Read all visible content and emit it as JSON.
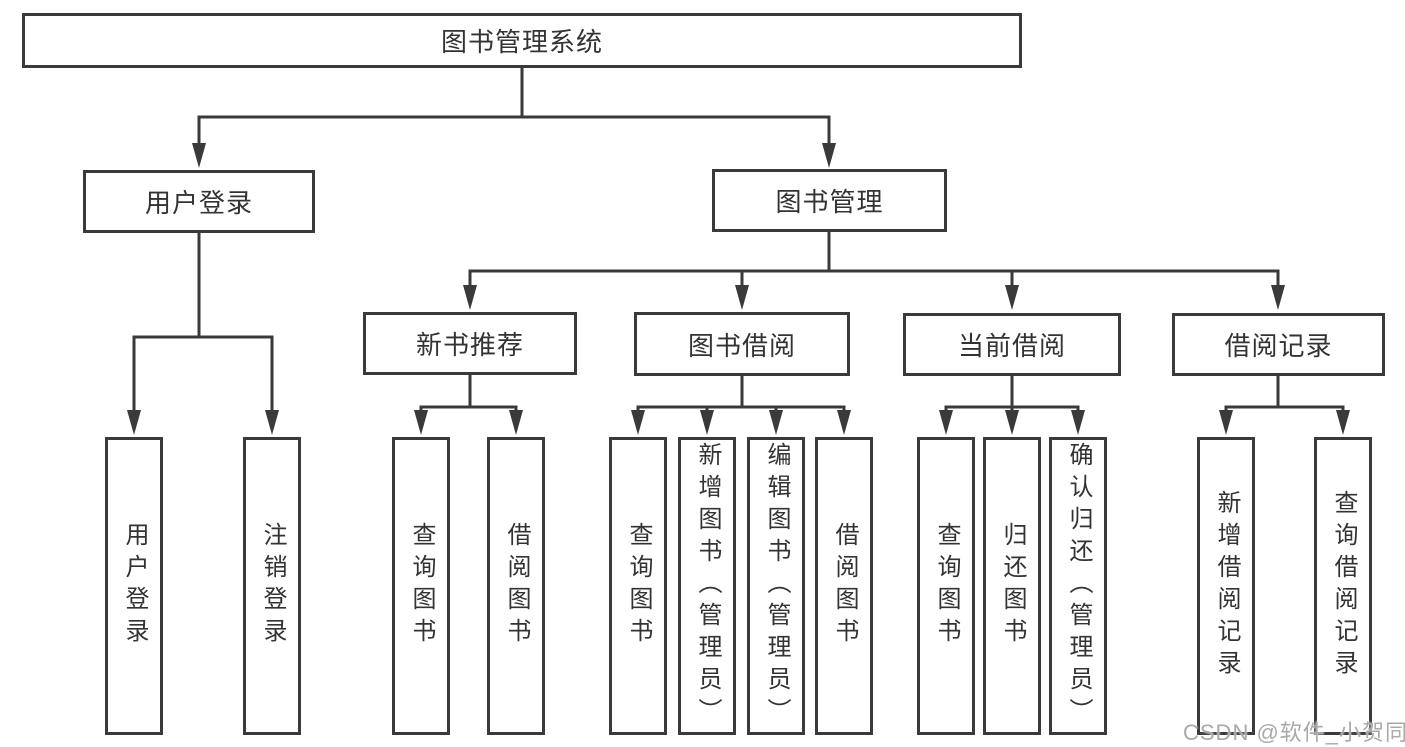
{
  "tree": {
    "label": "图书管理系统",
    "children": [
      {
        "label": "用户登录",
        "children": [
          {
            "label": "用户登录"
          },
          {
            "label": "注销登录"
          }
        ]
      },
      {
        "label": "图书管理",
        "children": [
          {
            "label": "新书推荐",
            "children": [
              {
                "label": "查询图书"
              },
              {
                "label": "借阅图书"
              }
            ]
          },
          {
            "label": "图书借阅",
            "children": [
              {
                "label": "查询图书"
              },
              {
                "label": "新增图书（管理员）"
              },
              {
                "label": "编辑图书（管理员）"
              },
              {
                "label": "借阅图书"
              }
            ]
          },
          {
            "label": "当前借阅",
            "children": [
              {
                "label": "查询图书"
              },
              {
                "label": "归还图书"
              },
              {
                "label": "确认归还（管理员）"
              }
            ]
          },
          {
            "label": "借阅记录",
            "children": [
              {
                "label": "新增借阅记录"
              },
              {
                "label": "查询借阅记录"
              }
            ]
          }
        ]
      }
    ]
  },
  "watermark": {
    "text": "CSDN @软件_小贺同学"
  },
  "colors": {
    "line": "#3a3a3a",
    "text": "#333333",
    "watermark": "#a9a9a9",
    "background": "#ffffff"
  }
}
